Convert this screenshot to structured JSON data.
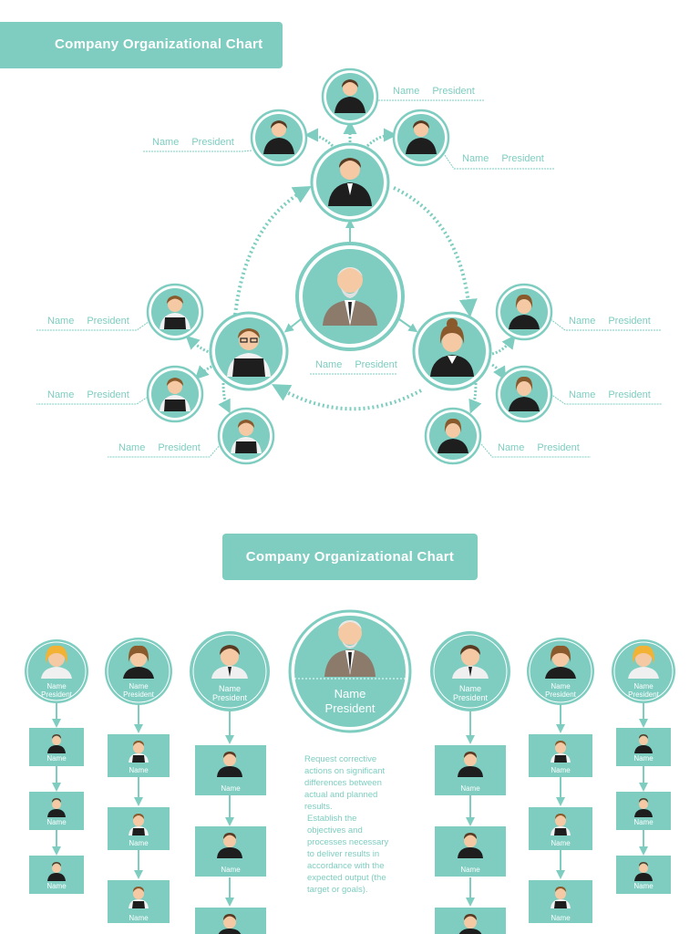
{
  "title_top": "Company Organizational Chart",
  "title_bottom": "Company Organizational Chart",
  "label": {
    "name": "Name",
    "role": "President"
  },
  "box_name": "Name",
  "circle_name": "Name",
  "circle_role": "President",
  "description": [
    "Request corrective actions on significant differences between actual and planned results.",
    "Establish the objectives and processes necessary to deliver results in accordance with the expected output (the target or goals)."
  ],
  "colors": {
    "accent": "#7ecdc0",
    "ring": "#5fb8aa",
    "white": "#ffffff"
  }
}
